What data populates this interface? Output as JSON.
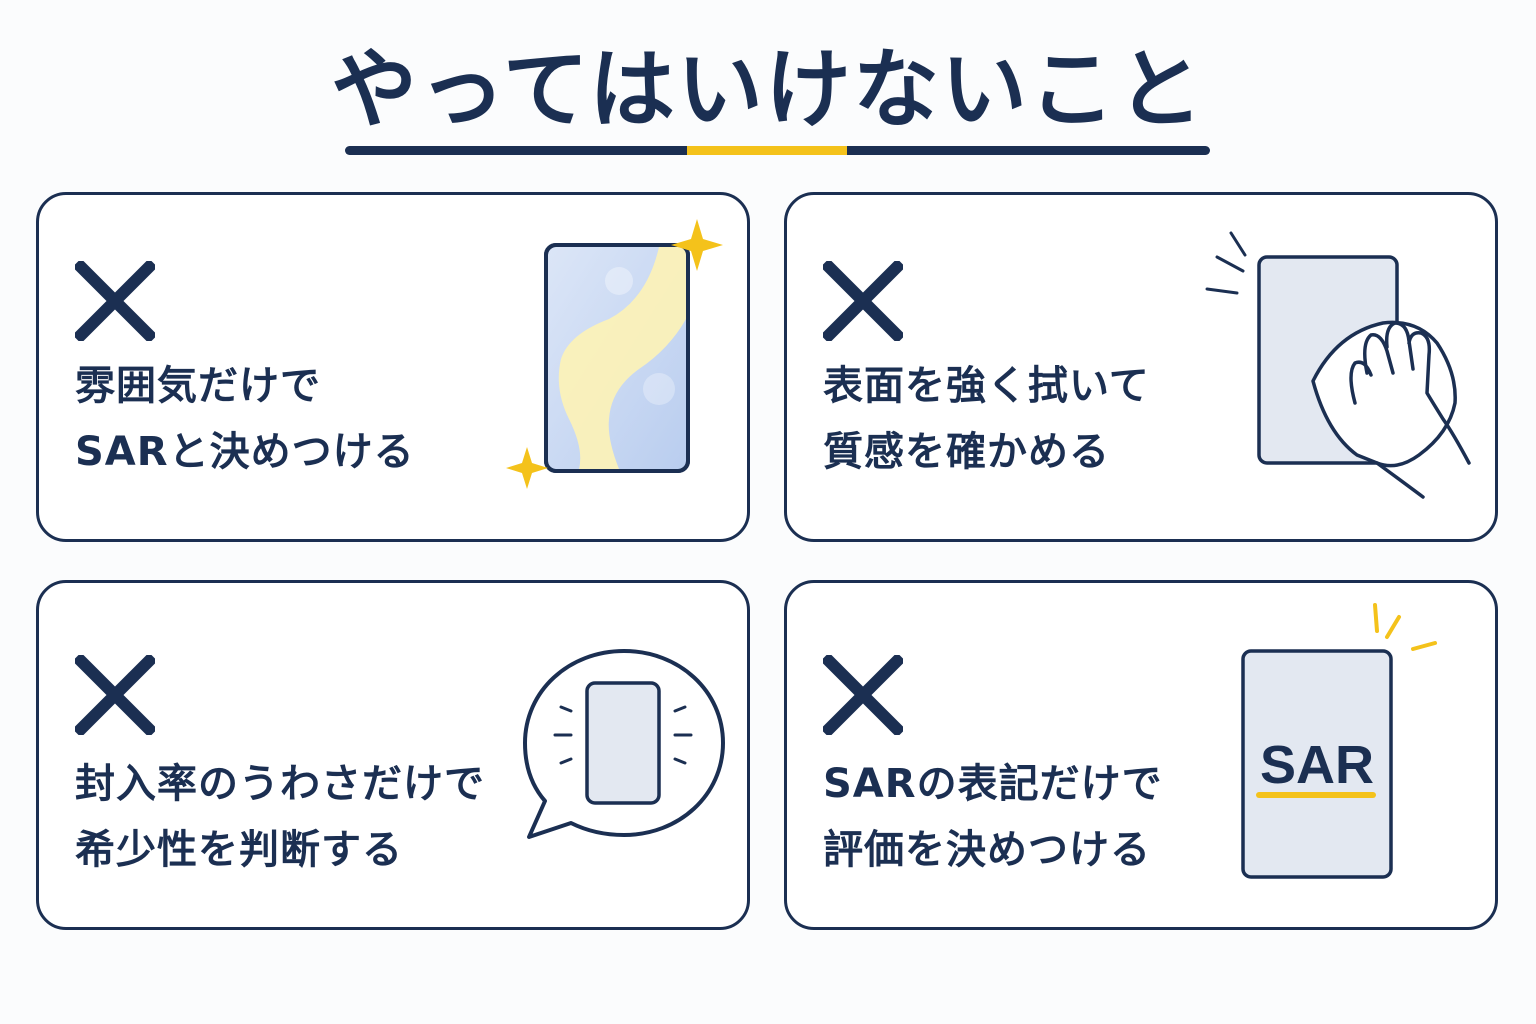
{
  "title": "やってはいけないこと",
  "colors": {
    "navy": "#1b2f52",
    "accent": "#f4c21b",
    "card_fill": "#e3e8f1"
  },
  "cards": [
    {
      "icon": "cross-mark-icon",
      "line1": "雰囲気だけで",
      "line2": "SARと決めつける",
      "illustration": "shiny-card-icon"
    },
    {
      "icon": "cross-mark-icon",
      "line1": "表面を強く拭いて",
      "line2": "質感を確かめる",
      "illustration": "wiping-card-icon"
    },
    {
      "icon": "cross-mark-icon",
      "line1": "封入率のうわさだけで",
      "line2": "希少性を判断する",
      "illustration": "rumor-bubble-card-icon"
    },
    {
      "icon": "cross-mark-icon",
      "line1": "SARの表記だけで",
      "line2": "評価を決めつける",
      "illustration": "sar-label-card-icon",
      "card_label": "SAR"
    }
  ]
}
